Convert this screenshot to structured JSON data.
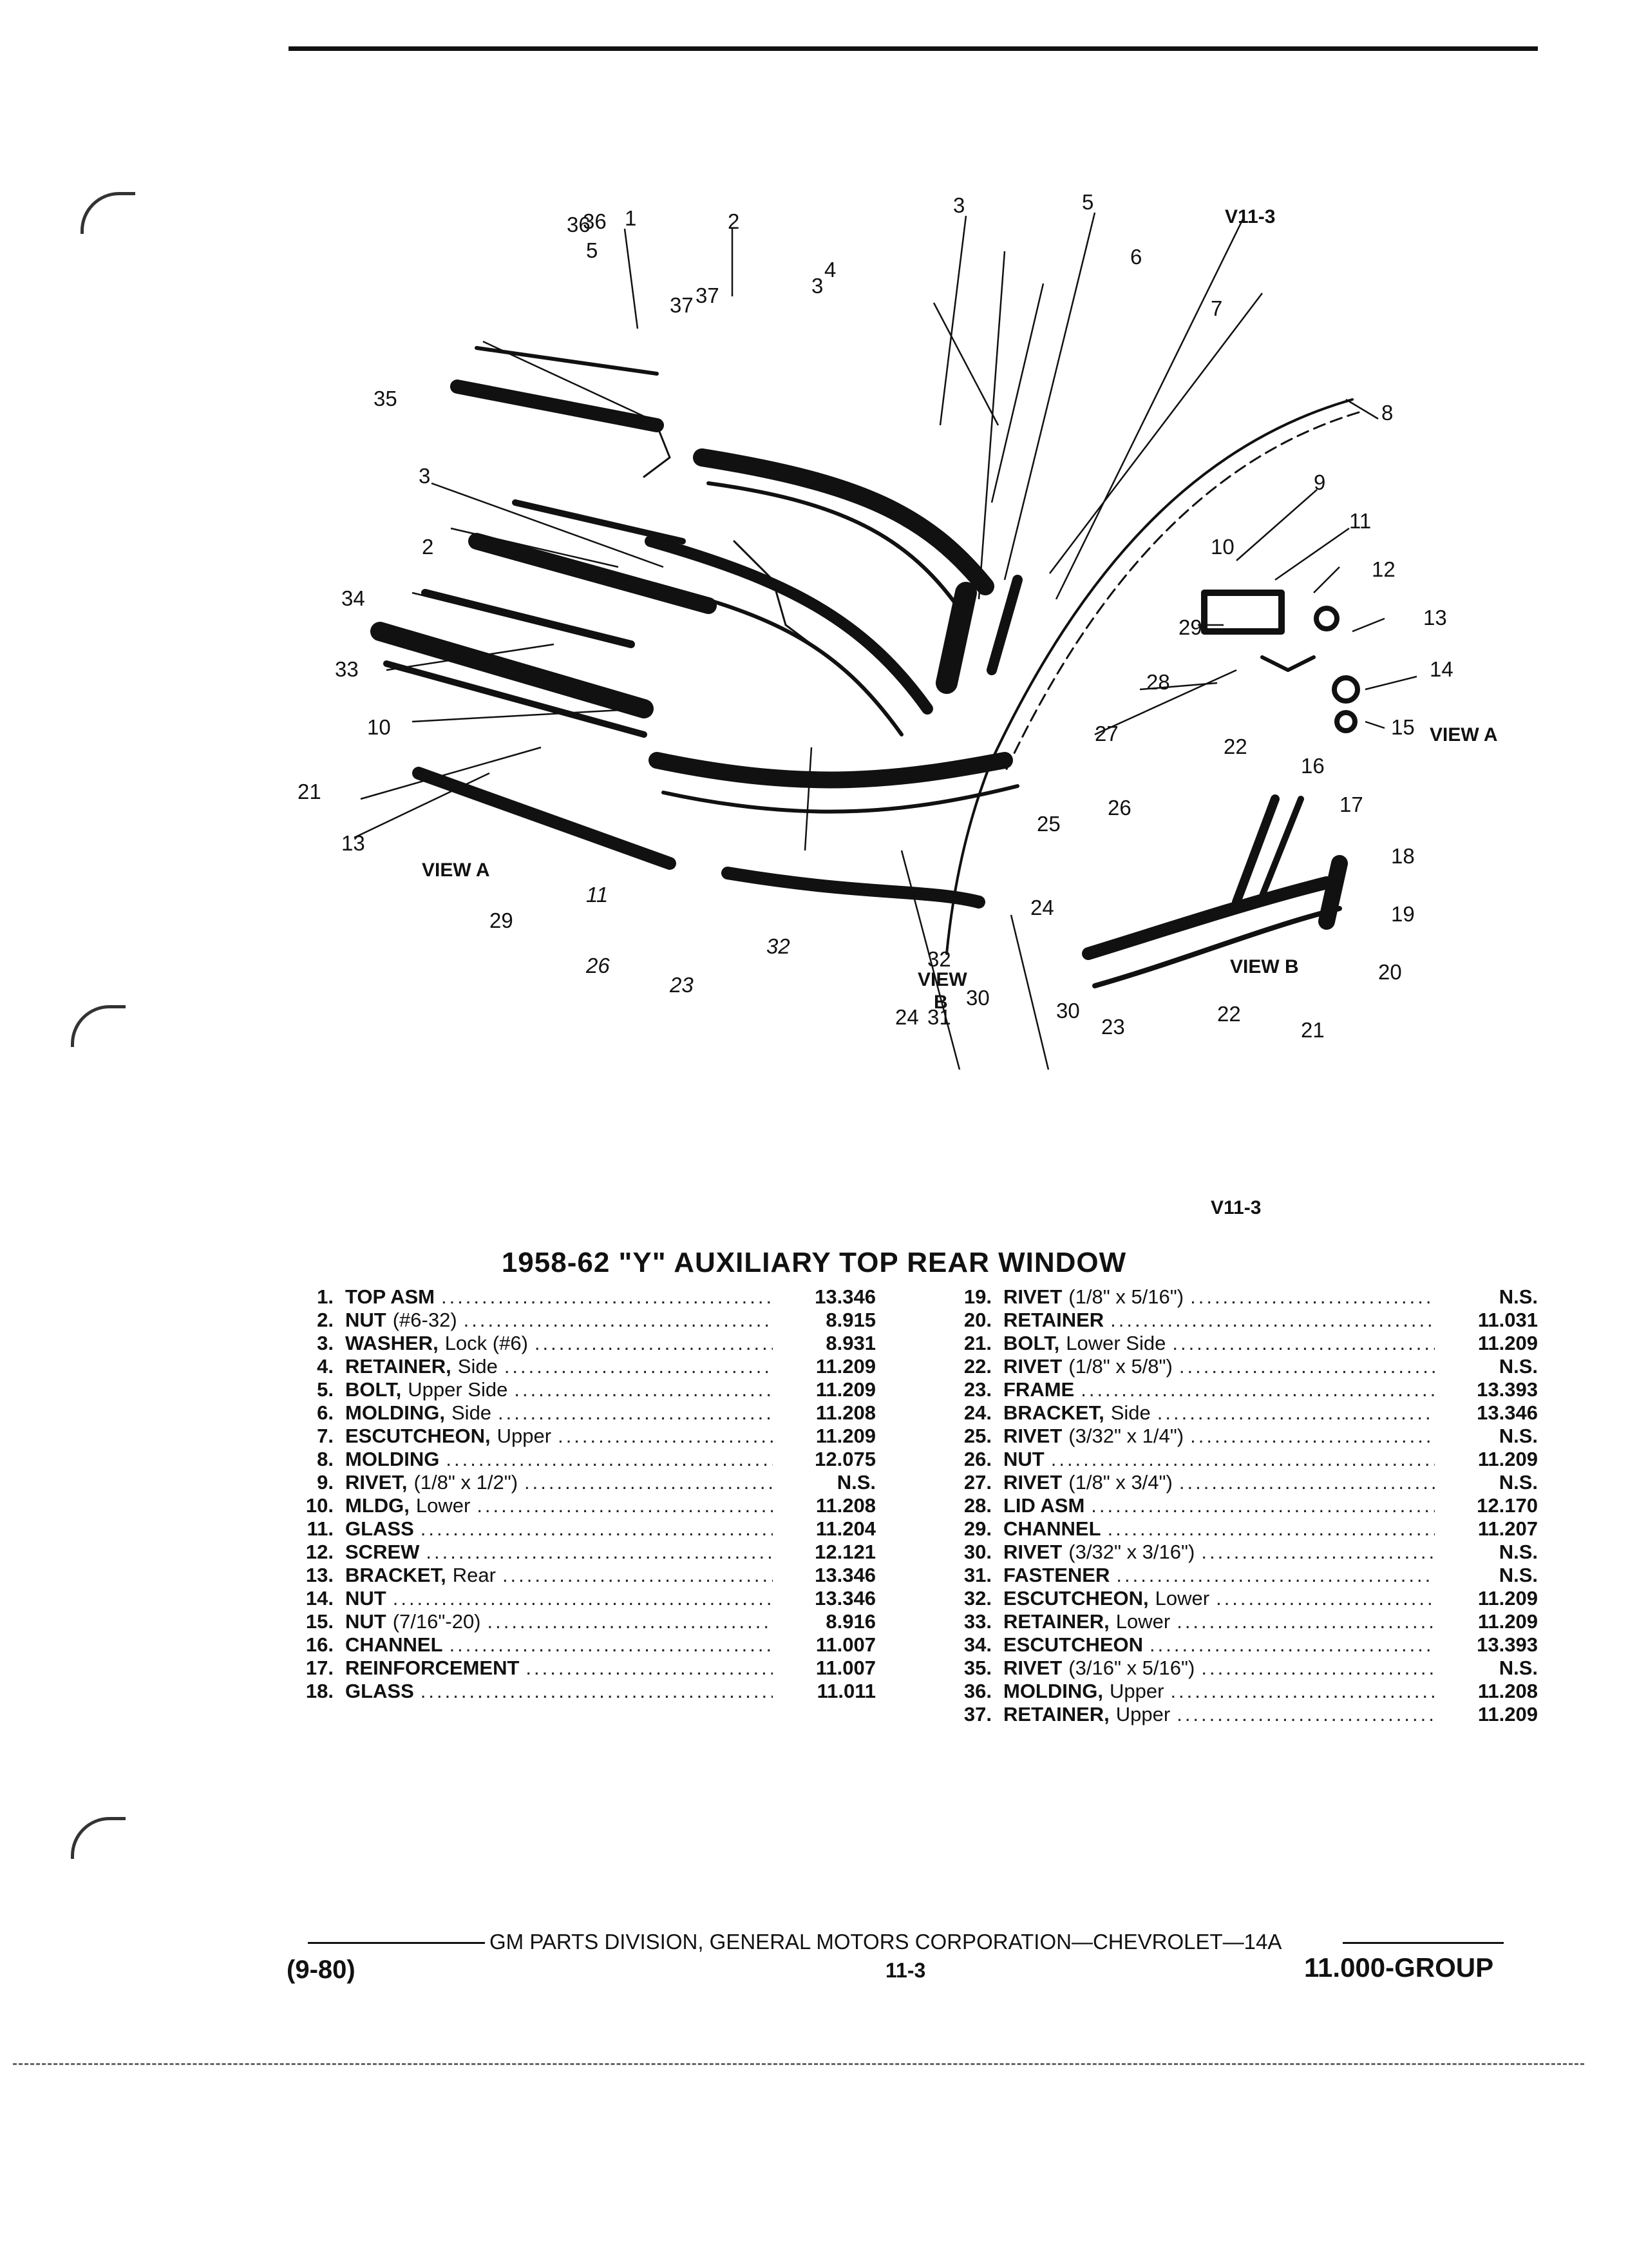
{
  "diagram": {
    "id_top": "V11-3",
    "id_bottom": "V11-3",
    "callouts": [
      "1",
      "2",
      "3",
      "4",
      "5",
      "6",
      "7",
      "8",
      "9",
      "10",
      "11",
      "12",
      "13",
      "14",
      "15",
      "16",
      "17",
      "18",
      "19",
      "20",
      "21",
      "22",
      "23",
      "24",
      "25",
      "26",
      "27",
      "28",
      "29",
      "30",
      "31",
      "32",
      "33",
      "34",
      "35",
      "36",
      "37"
    ],
    "view_labels": {
      "view_a": "VIEW A",
      "view_b": "VIEW B"
    }
  },
  "title": "1958-62 \"Y\" AUXILIARY TOP REAR WINDOW",
  "parts_left": [
    {
      "num": "1.",
      "name": "TOP ASM",
      "sub": "",
      "group": "13.346"
    },
    {
      "num": "2.",
      "name": "NUT",
      "sub": "(#6-32)",
      "group": "8.915"
    },
    {
      "num": "3.",
      "name": "WASHER,",
      "sub": "Lock (#6)",
      "group": "8.931"
    },
    {
      "num": "4.",
      "name": "RETAINER,",
      "sub": "Side",
      "group": "11.209"
    },
    {
      "num": "5.",
      "name": "BOLT,",
      "sub": "Upper Side",
      "group": "11.209"
    },
    {
      "num": "6.",
      "name": "MOLDING,",
      "sub": "Side",
      "group": "11.208"
    },
    {
      "num": "7.",
      "name": "ESCUTCHEON,",
      "sub": "Upper",
      "group": "11.209"
    },
    {
      "num": "8.",
      "name": "MOLDING",
      "sub": "",
      "group": "12.075"
    },
    {
      "num": "9.",
      "name": "RIVET,",
      "sub": "(1/8\" x 1/2\")",
      "group": "N.S."
    },
    {
      "num": "10.",
      "name": "MLDG,",
      "sub": "Lower",
      "group": "11.208"
    },
    {
      "num": "11.",
      "name": "GLASS",
      "sub": "",
      "group": "11.204"
    },
    {
      "num": "12.",
      "name": "SCREW",
      "sub": "",
      "group": "12.121"
    },
    {
      "num": "13.",
      "name": "BRACKET,",
      "sub": "Rear",
      "group": "13.346"
    },
    {
      "num": "14.",
      "name": "NUT",
      "sub": "",
      "group": "13.346"
    },
    {
      "num": "15.",
      "name": "NUT",
      "sub": "(7/16\"-20)",
      "group": "8.916"
    },
    {
      "num": "16.",
      "name": "CHANNEL",
      "sub": "",
      "group": "11.007"
    },
    {
      "num": "17.",
      "name": "REINFORCEMENT",
      "sub": "",
      "group": "11.007"
    },
    {
      "num": "18.",
      "name": "GLASS",
      "sub": "",
      "group": "11.011"
    }
  ],
  "parts_right": [
    {
      "num": "19.",
      "name": "RIVET",
      "sub": "(1/8\" x 5/16\")",
      "group": "N.S."
    },
    {
      "num": "20.",
      "name": "RETAINER",
      "sub": "",
      "group": "11.031"
    },
    {
      "num": "21.",
      "name": "BOLT,",
      "sub": "Lower Side",
      "group": "11.209"
    },
    {
      "num": "22.",
      "name": "RIVET",
      "sub": "(1/8\" x 5/8\")",
      "group": "N.S."
    },
    {
      "num": "23.",
      "name": "FRAME",
      "sub": "",
      "group": "13.393"
    },
    {
      "num": "24.",
      "name": "BRACKET,",
      "sub": "Side",
      "group": "13.346"
    },
    {
      "num": "25.",
      "name": "RIVET",
      "sub": "(3/32\" x 1/4\")",
      "group": "N.S."
    },
    {
      "num": "26.",
      "name": "NUT",
      "sub": "",
      "group": "11.209"
    },
    {
      "num": "27.",
      "name": "RIVET",
      "sub": "(1/8\" x 3/4\")",
      "group": "N.S."
    },
    {
      "num": "28.",
      "name": "LID ASM",
      "sub": "",
      "group": "12.170"
    },
    {
      "num": "29.",
      "name": "CHANNEL",
      "sub": "",
      "group": "11.207"
    },
    {
      "num": "30.",
      "name": "RIVET",
      "sub": "(3/32\" x 3/16\")",
      "group": "N.S."
    },
    {
      "num": "31.",
      "name": "FASTENER",
      "sub": "",
      "group": "N.S."
    },
    {
      "num": "32.",
      "name": "ESCUTCHEON,",
      "sub": "Lower",
      "group": "11.209"
    },
    {
      "num": "33.",
      "name": "RETAINER,",
      "sub": "Lower",
      "group": "11.209"
    },
    {
      "num": "34.",
      "name": "ESCUTCHEON",
      "sub": "",
      "group": "13.393"
    },
    {
      "num": "35.",
      "name": "RIVET",
      "sub": "(3/16\" x 5/16\")",
      "group": "N.S."
    },
    {
      "num": "36.",
      "name": "MOLDING,",
      "sub": "Upper",
      "group": "11.208"
    },
    {
      "num": "37.",
      "name": "RETAINER,",
      "sub": "Upper",
      "group": "11.209"
    }
  ],
  "footer": {
    "division": "GM PARTS DIVISION, GENERAL MOTORS CORPORATION—CHEVROLET—14A",
    "date": "(9-80)",
    "page": "11-3",
    "group": "11.000-GROUP"
  }
}
